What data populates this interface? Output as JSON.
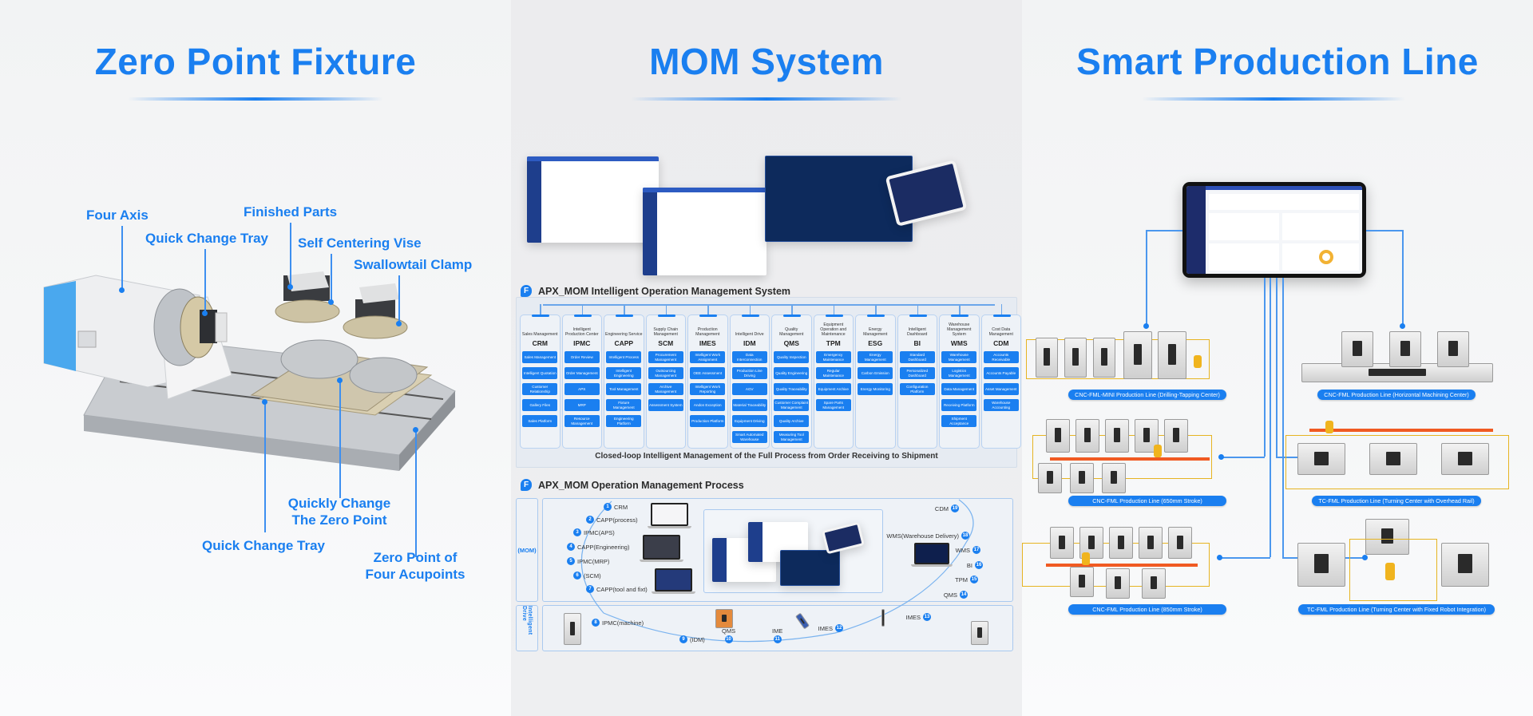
{
  "panels": {
    "left": {
      "title": "Zero Point Fixture",
      "callouts": {
        "four_axis": "Four Axis",
        "quick_change_tray_top": "Quick Change Tray",
        "finished_parts": "Finished Parts",
        "self_centering_vise": "Self Centering Vise",
        "swallowtail_clamp": "Swallowtail Clamp",
        "quickly_change_line1": "Quickly Change",
        "quickly_change_line2": "The Zero Point",
        "quick_change_tray_bottom": "Quick Change Tray",
        "zero_point_line1": "Zero Point of",
        "zero_point_line2": "Four Acupoints"
      }
    },
    "middle": {
      "title": "MOM System",
      "system_heading": "APX_MOM Intelligent Operation Management System",
      "logo_glyph": "F",
      "modules": [
        {
          "name": "Sales Management",
          "code": "CRM",
          "items": [
            "Sales Management",
            "Intelligent Quotation",
            "Customer Relationship",
            "Gallery Files",
            "Sales Platform"
          ]
        },
        {
          "name": "Intelligent Production Center",
          "code": "IPMC",
          "items": [
            "Order Review",
            "Order Management",
            "APS",
            "MRP",
            "Resource Management"
          ]
        },
        {
          "name": "Engineering Service",
          "code": "CAPP",
          "items": [
            "Intelligent Process",
            "Intelligent Engineering",
            "Tool Management",
            "Fixture Management",
            "Engineering Platform"
          ]
        },
        {
          "name": "Supply Chain Management",
          "code": "SCM",
          "items": [
            "Procurement Management",
            "Outsourcing Management",
            "Archive Management",
            "Assessment System"
          ]
        },
        {
          "name": "Production Management",
          "code": "IMES",
          "items": [
            "Intelligent Work Assignment",
            "OEE Assessment",
            "Intelligent Work Reporting",
            "Andon Exception",
            "Production Platform"
          ]
        },
        {
          "name": "Intelligent Drive",
          "code": "IDM",
          "items": [
            "Data Interconnection",
            "Production Line Driving",
            "AGV",
            "Material Traceability",
            "Equipment Driving",
            "Smart Automated Warehouse"
          ]
        },
        {
          "name": "Quality Management",
          "code": "QMS",
          "items": [
            "Quality Inspection",
            "Quality Engineering",
            "Quality Traceability",
            "Customer Complaint Management",
            "Quality Archive",
            "Measuring Tool Management"
          ]
        },
        {
          "name": "Equipment Operation and Maintenance",
          "code": "TPM",
          "items": [
            "Emergency Maintenance",
            "Regular Maintenance",
            "Equipment Archive",
            "Spare Parts Management"
          ]
        },
        {
          "name": "Energy Management",
          "code": "ESG",
          "items": [
            "Energy Management",
            "Carbon Emission",
            "Energy Monitoring"
          ]
        },
        {
          "name": "Intelligent Dashboard",
          "code": "BI",
          "items": [
            "Standard Dashboard",
            "Personalized Dashboard",
            "Configuration Platform"
          ]
        },
        {
          "name": "Warehouse Management System",
          "code": "WMS",
          "items": [
            "Warehouse Management",
            "Logistics Management",
            "Data Management",
            "Receiving Platform",
            "Shipment Acceptance"
          ]
        },
        {
          "name": "Cost Data Management",
          "code": "CDM",
          "items": [
            "Accounts Receivable",
            "Accounts Payable",
            "Asset Management",
            "Warehouse Accounting"
          ]
        }
      ],
      "closed_loop_caption": "Closed-loop Intelligent Management of the Full Process from Order Receiving to Shipment",
      "process_heading": "APX_MOM Operation Management Process",
      "process_side_labels": {
        "mom": "(MOM)",
        "drive": "Intelligent Drive"
      },
      "process_steps": [
        {
          "n": "1",
          "label": "CRM"
        },
        {
          "n": "2",
          "label": "CAPP(process)"
        },
        {
          "n": "3",
          "label": "IPMC(APS)"
        },
        {
          "n": "4",
          "label": "CAPP(Engineering)"
        },
        {
          "n": "5",
          "label": "IPMC(MRP)"
        },
        {
          "n": "6",
          "label": "(SCM)"
        },
        {
          "n": "7",
          "label": "CAPP(tool and fixt)"
        },
        {
          "n": "8",
          "label": "IPMC(machine)"
        },
        {
          "n": "9",
          "label": "(IDM)"
        },
        {
          "n": "10",
          "label": "QMS"
        },
        {
          "n": "11",
          "label": "IME"
        },
        {
          "n": "12",
          "label": "IMES"
        },
        {
          "n": "13",
          "label": "IMES"
        },
        {
          "n": "14",
          "label": "QMS"
        },
        {
          "n": "15",
          "label": "TPM"
        },
        {
          "n": "16",
          "label": "BI"
        },
        {
          "n": "17",
          "label": "WMS"
        },
        {
          "n": "18",
          "label": "WMS(Warehouse Delivery)"
        },
        {
          "n": "19",
          "label": "CDM"
        }
      ]
    },
    "right": {
      "title": "Smart Production Line",
      "lines": [
        "CNC-FML-MINI Production Line (Drilling-Tapping Center)",
        "CNC-FML Production Line (Horizontal Machining Center)",
        "CNC-FML Production Line (650mm Stroke)",
        "TC-FML Production Line (Turning Center with Overhead Rail)",
        "CNC-FML Production Line (850mm Stroke)",
        "TC-FML Production Line (Turning Center with Fixed Robot Integration)"
      ]
    }
  },
  "colors": {
    "accent": "#1a7ff0",
    "rail": "#f05a22",
    "fence": "#e6b422"
  }
}
